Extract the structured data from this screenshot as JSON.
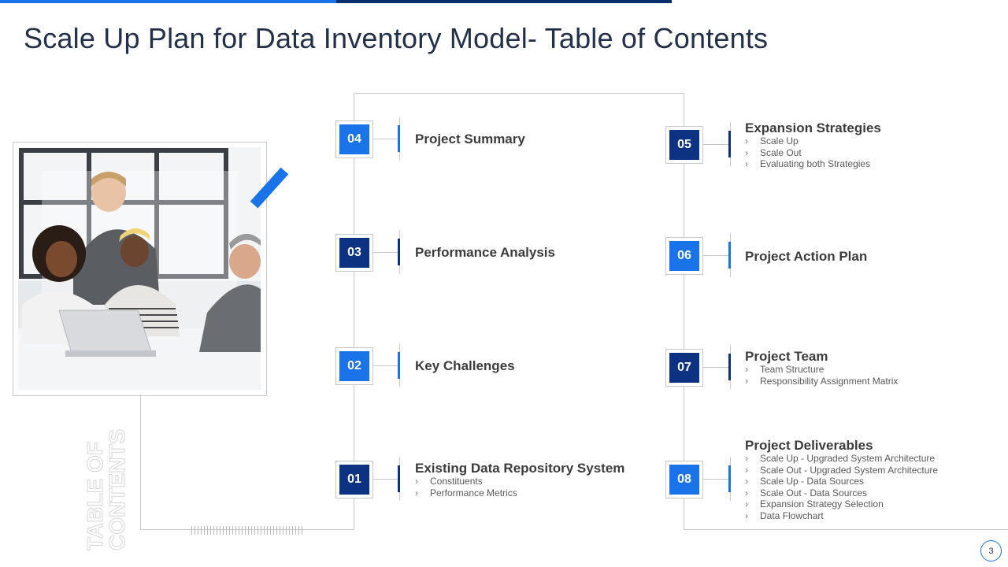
{
  "title": "Scale Up Plan for Data Inventory Model- Table of Contents",
  "side_label_line1": "TABLE OF",
  "side_label_line2": "CONTENTS",
  "page_number": "3",
  "colors": {
    "accent": "#1a73e8",
    "dark": "#0e3282",
    "title": "#22304a"
  },
  "items": [
    {
      "number": "04",
      "title": "Project Summary",
      "subs": []
    },
    {
      "number": "03",
      "title": "Performance Analysis",
      "subs": []
    },
    {
      "number": "02",
      "title": "Key Challenges",
      "subs": []
    },
    {
      "number": "01",
      "title": "Existing Data Repository System",
      "subs": [
        "Constituents",
        "Performance Metrics"
      ]
    },
    {
      "number": "05",
      "title": "Expansion Strategies",
      "subs": [
        "Scale Up",
        "Scale Out",
        "Evaluating both Strategies"
      ]
    },
    {
      "number": "06",
      "title": "Project Action Plan",
      "subs": []
    },
    {
      "number": "07",
      "title": "Project Team",
      "subs": [
        "Team Structure",
        "Responsibility Assignment Matrix"
      ]
    },
    {
      "number": "08",
      "title": "Project Deliverables",
      "subs": [
        "Scale Up - Upgraded System Architecture",
        "Scale Out - Upgraded System Architecture",
        "Scale Up - Data Sources",
        "Scale Out - Data Sources",
        "Expansion Strategy Selection",
        "Data Flowchart"
      ]
    }
  ],
  "chevron": "›"
}
